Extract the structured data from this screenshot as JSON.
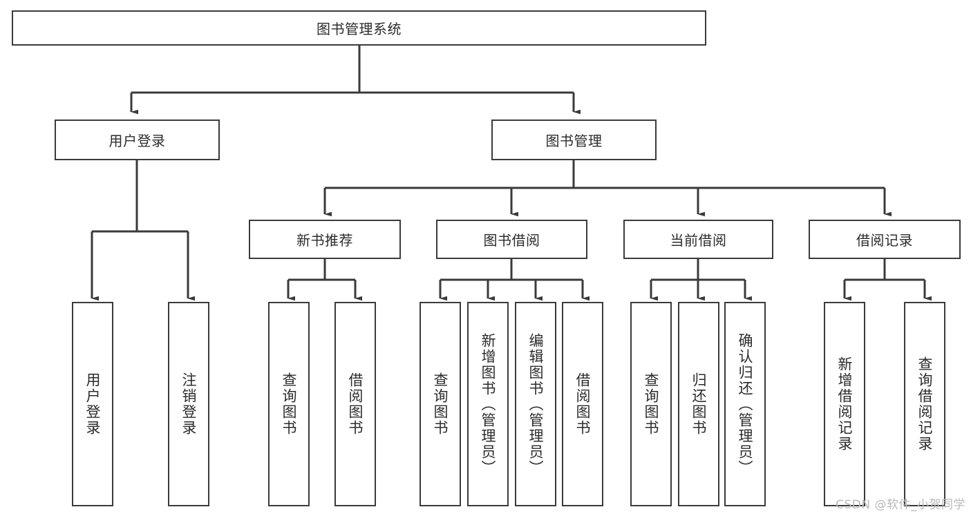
{
  "diagram": {
    "type": "tree-hierarchy",
    "title": "图书管理系统",
    "colors": {
      "background": "#ffffff",
      "stroke": "#3a3a3a",
      "text": "#2b2b2b",
      "watermark": "#b9b9b9"
    },
    "root": {
      "label": "图书管理系统"
    },
    "level2": [
      {
        "label": "用户登录"
      },
      {
        "label": "图书管理"
      }
    ],
    "level3": [
      {
        "label": "新书推荐"
      },
      {
        "label": "图书借阅"
      },
      {
        "label": "当前借阅"
      },
      {
        "label": "借阅记录"
      }
    ],
    "leaves": {
      "user_login": [
        {
          "label": "用户登录"
        },
        {
          "label": "注销登录"
        }
      ],
      "new_book_recommend": [
        {
          "label": "查询图书"
        },
        {
          "label": "借阅图书"
        }
      ],
      "book_borrow": [
        {
          "label": "查询图书"
        },
        {
          "label": "新增图书（管理员）"
        },
        {
          "label": "编辑图书（管理员）"
        },
        {
          "label": "借阅图书"
        }
      ],
      "current_borrow": [
        {
          "label": "查询图书"
        },
        {
          "label": "归还图书"
        },
        {
          "label": "确认归还（管理员）"
        }
      ],
      "borrow_record": [
        {
          "label": "新增借阅记录"
        },
        {
          "label": "查询借阅记录"
        }
      ]
    }
  },
  "watermark": {
    "text": "CSDN @软件_小贺同学"
  }
}
